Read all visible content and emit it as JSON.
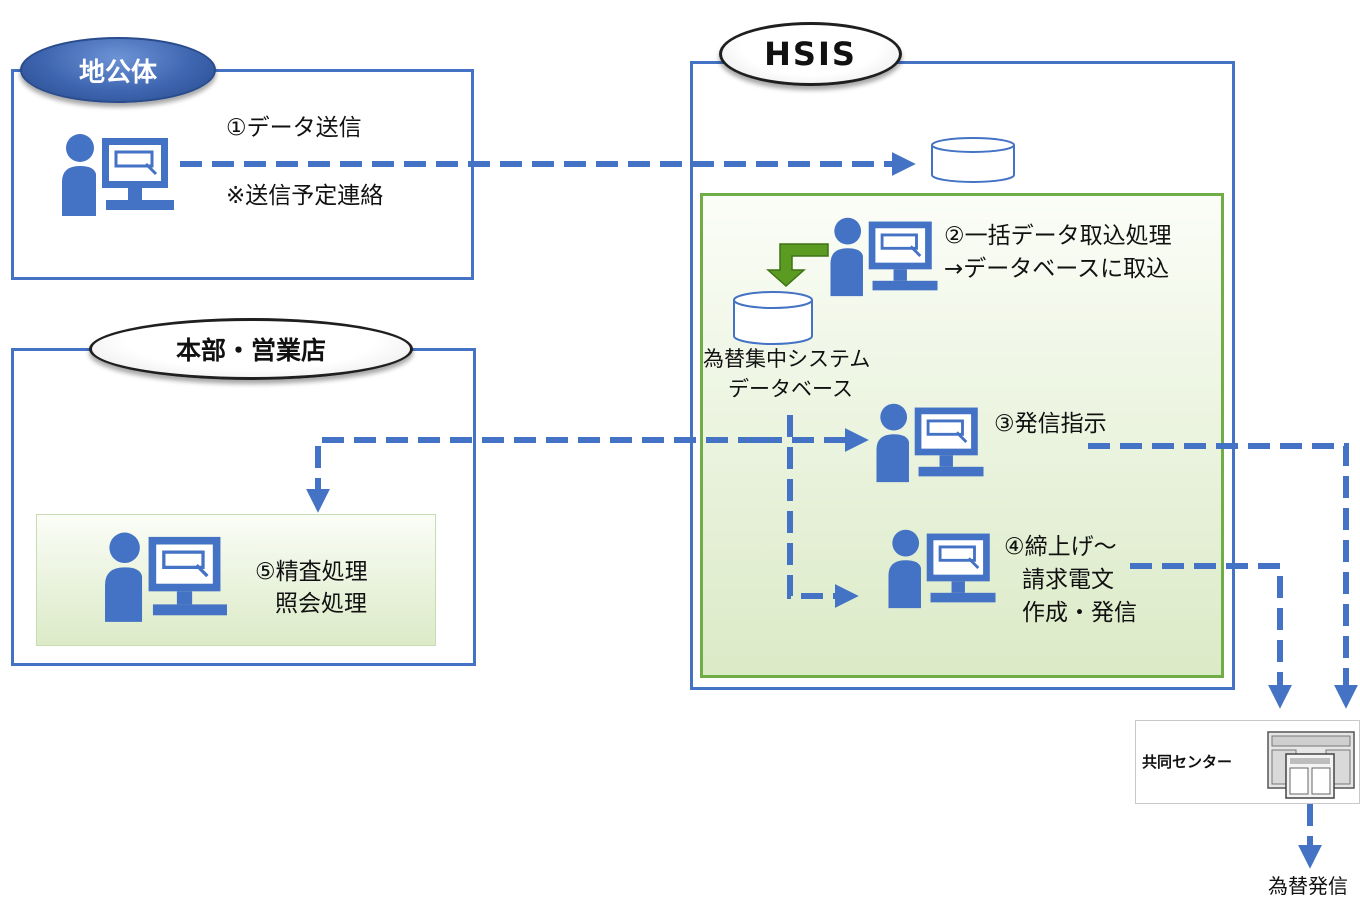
{
  "chihou": {
    "title": "地公体",
    "step1": "①データ送信",
    "note": "※送信予定連絡"
  },
  "hsis": {
    "title": "HSIS",
    "step2_line1": "②一括データ取込処理",
    "step2_line2": "→データベースに取込",
    "db_line1": "為替集中システム",
    "db_line2": "データベース",
    "step3": "③発信指示",
    "step4_line1": "④締上げ～",
    "step4_line2": "請求電文",
    "step4_line3": "作成・発信"
  },
  "honbu": {
    "title": "本部・営業店",
    "step5_line1": "⑤精査処理",
    "step5_line2": "照会処理"
  },
  "center": {
    "label": "共同センター"
  },
  "output": {
    "label": "為替発信"
  },
  "colors": {
    "frame_blue": "#4472C4",
    "arrow_blue": "#4472C4",
    "green_border": "#70AD47",
    "green_arrow": "#5B9B22"
  }
}
